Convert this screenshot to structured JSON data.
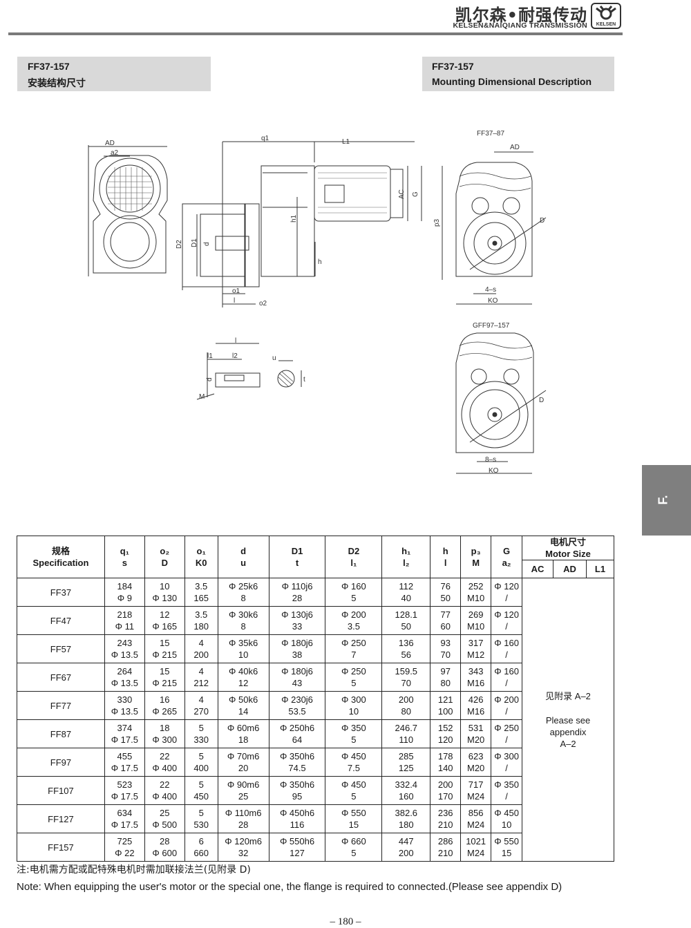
{
  "header": {
    "brand_cn": "凯尔森•耐强传动",
    "brand_en": "KELSEN&NAIQIANG TRANSMISSION",
    "logo_text": "KELSEN"
  },
  "left_box": {
    "title": "FF37-157",
    "subtitle": "安装结构尺寸"
  },
  "right_box": {
    "title": "FF37-157",
    "subtitle": "Mounting Dimensional Description"
  },
  "drawing_labels": {
    "ad": "AD",
    "a2": "a2",
    "q1": "q1",
    "L1": "L1",
    "AC": "AC",
    "G": "G",
    "D2": "D2",
    "D1": "D1",
    "d": "d",
    "h1": "h1",
    "h": "h",
    "o1": "o1",
    "l": "l",
    "o2": "o2",
    "ff37_87": "FF37–87",
    "gff97_157": "GFF97–157",
    "p3": "p3",
    "D": "D",
    "s4": "4–s",
    "s8": "8–s",
    "K0": "KO",
    "l1": "l1",
    "l2": "l2",
    "M": "M",
    "u": "u",
    "t": "t"
  },
  "side_tab": "F.",
  "table": {
    "h_spec_cn": "规格",
    "h_spec_en": "Specification",
    "cols": [
      {
        "top": "q₁",
        "bottom": "s"
      },
      {
        "top": "o₂",
        "bottom": "D"
      },
      {
        "top": "o₁",
        "bottom": "K0"
      },
      {
        "top": "d",
        "bottom": "u"
      },
      {
        "top": "D1",
        "bottom": "t"
      },
      {
        "top": "D2",
        "bottom": "l₁"
      },
      {
        "top": "h₁",
        "bottom": "l₂"
      },
      {
        "top": "h",
        "bottom": "l"
      },
      {
        "top": "p₃",
        "bottom": "M"
      },
      {
        "top": "G",
        "bottom": "a₂"
      }
    ],
    "motor_cn": "电机尺寸",
    "motor_en": "Motor Size",
    "motor_sub": [
      "AC",
      "AD",
      "L1"
    ],
    "rows": [
      {
        "spec": "FF37",
        "c": [
          [
            "184",
            "Φ 9"
          ],
          [
            "10",
            "Φ 130"
          ],
          [
            "3.5",
            "165"
          ],
          [
            "Φ 25k6",
            "8"
          ],
          [
            "Φ 110j6",
            "28"
          ],
          [
            "Φ 160",
            "5"
          ],
          [
            "112",
            "40"
          ],
          [
            "76",
            "50"
          ],
          [
            "252",
            "M10"
          ],
          [
            "Φ 120",
            "/"
          ]
        ]
      },
      {
        "spec": "FF47",
        "c": [
          [
            "218",
            "Φ 11"
          ],
          [
            "12",
            "Φ 165"
          ],
          [
            "3.5",
            "180"
          ],
          [
            "Φ 30k6",
            "8"
          ],
          [
            "Φ 130j6",
            "33"
          ],
          [
            "Φ 200",
            "3.5"
          ],
          [
            "128.1",
            "50"
          ],
          [
            "77",
            "60"
          ],
          [
            "269",
            "M10"
          ],
          [
            "Φ 120",
            "/"
          ]
        ]
      },
      {
        "spec": "FF57",
        "c": [
          [
            "243",
            "Φ 13.5"
          ],
          [
            "15",
            "Φ 215"
          ],
          [
            "4",
            "200"
          ],
          [
            "Φ 35k6",
            "10"
          ],
          [
            "Φ 180j6",
            "38"
          ],
          [
            "Φ 250",
            "7"
          ],
          [
            "136",
            "56"
          ],
          [
            "93",
            "70"
          ],
          [
            "317",
            "M12"
          ],
          [
            "Φ 160",
            "/"
          ]
        ]
      },
      {
        "spec": "FF67",
        "c": [
          [
            "264",
            "Φ 13.5"
          ],
          [
            "15",
            "Φ 215"
          ],
          [
            "4",
            "212"
          ],
          [
            "Φ 40k6",
            "12"
          ],
          [
            "Φ 180j6",
            "43"
          ],
          [
            "Φ 250",
            "5"
          ],
          [
            "159.5",
            "70"
          ],
          [
            "97",
            "80"
          ],
          [
            "343",
            "M16"
          ],
          [
            "Φ 160",
            "/"
          ]
        ]
      },
      {
        "spec": "FF77",
        "c": [
          [
            "330",
            "Φ 13.5"
          ],
          [
            "16",
            "Φ 265"
          ],
          [
            "4",
            "270"
          ],
          [
            "Φ 50k6",
            "14"
          ],
          [
            "Φ 230j6",
            "53.5"
          ],
          [
            "Φ 300",
            "10"
          ],
          [
            "200",
            "80"
          ],
          [
            "121",
            "100"
          ],
          [
            "426",
            "M16"
          ],
          [
            "Φ 200",
            "/"
          ]
        ]
      },
      {
        "spec": "FF87",
        "c": [
          [
            "374",
            "Φ 17.5"
          ],
          [
            "18",
            "Φ 300"
          ],
          [
            "5",
            "330"
          ],
          [
            "Φ 60m6",
            "18"
          ],
          [
            "Φ 250h6",
            "64"
          ],
          [
            "Φ 350",
            "5"
          ],
          [
            "246.7",
            "110"
          ],
          [
            "152",
            "120"
          ],
          [
            "531",
            "M20"
          ],
          [
            "Φ 250",
            "/"
          ]
        ]
      },
      {
        "spec": "FF97",
        "c": [
          [
            "455",
            "Φ 17.5"
          ],
          [
            "22",
            "Φ 400"
          ],
          [
            "5",
            "400"
          ],
          [
            "Φ 70m6",
            "20"
          ],
          [
            "Φ 350h6",
            "74.5"
          ],
          [
            "Φ 450",
            "7.5"
          ],
          [
            "285",
            "125"
          ],
          [
            "178",
            "140"
          ],
          [
            "623",
            "M20"
          ],
          [
            "Φ 300",
            "/"
          ]
        ]
      },
      {
        "spec": "FF107",
        "c": [
          [
            "523",
            "Φ 17.5"
          ],
          [
            "22",
            "Φ 400"
          ],
          [
            "5",
            "450"
          ],
          [
            "Φ 90m6",
            "25"
          ],
          [
            "Φ 350h6",
            "95"
          ],
          [
            "Φ 450",
            "5"
          ],
          [
            "332.4",
            "160"
          ],
          [
            "200",
            "170"
          ],
          [
            "717",
            "M24"
          ],
          [
            "Φ 350",
            "/"
          ]
        ]
      },
      {
        "spec": "FF127",
        "c": [
          [
            "634",
            "Φ 17.5"
          ],
          [
            "25",
            "Φ 500"
          ],
          [
            "5",
            "530"
          ],
          [
            "Φ 110m6",
            "28"
          ],
          [
            "Φ 450h6",
            "116"
          ],
          [
            "Φ 550",
            "15"
          ],
          [
            "382.6",
            "180"
          ],
          [
            "236",
            "210"
          ],
          [
            "856",
            "M24"
          ],
          [
            "Φ 450",
            "10"
          ]
        ]
      },
      {
        "spec": "FF157",
        "c": [
          [
            "725",
            "Φ 22"
          ],
          [
            "28",
            "Φ 600"
          ],
          [
            "6",
            "660"
          ],
          [
            "Φ 120m6",
            "32"
          ],
          [
            "Φ 550h6",
            "127"
          ],
          [
            "Φ 660",
            "5"
          ],
          [
            "447",
            "200"
          ],
          [
            "286",
            "210"
          ],
          [
            "1021",
            "M24"
          ],
          [
            "Φ 550",
            "15"
          ]
        ]
      }
    ],
    "motor_note_cn": "见附录 A–2",
    "motor_note_en": [
      "Please see",
      "appendix",
      "A–2"
    ]
  },
  "note_cn": "注:电机需方配或配特殊电机时需加联接法兰(见附录 D)",
  "note_en": "Note: When equipping the user's motor or the special one, the flange is required to connected.(Please see appendix D)",
  "page_number": "– 180 –"
}
